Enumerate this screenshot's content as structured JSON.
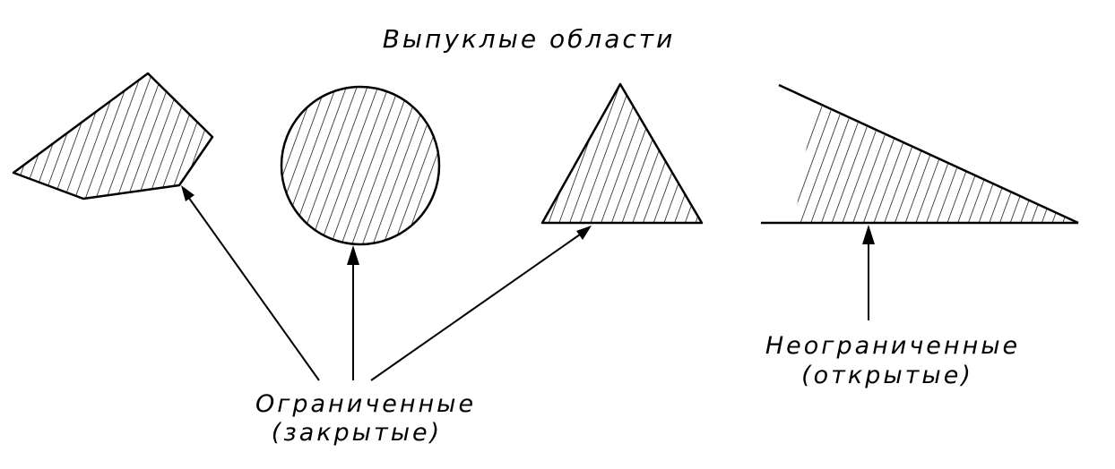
{
  "title": "Выпуклые области",
  "bounded_label": {
    "line1": "Ограниченные",
    "line2": "(закрытые)"
  },
  "unbounded_label": {
    "line1": "Неограниченные",
    "line2": "(открытые)"
  },
  "colors": {
    "ink": "#000000",
    "background": "#ffffff"
  }
}
